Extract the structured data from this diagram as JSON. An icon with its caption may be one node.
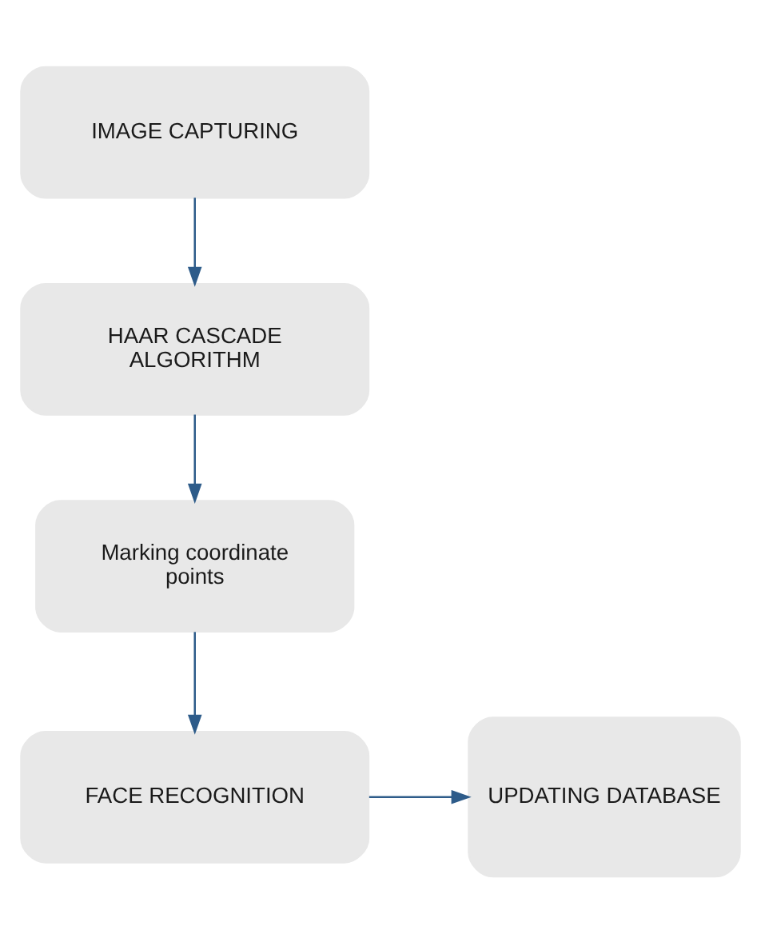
{
  "diagram": {
    "nodes": [
      {
        "text": [
          "IMAGE CAPTURING"
        ]
      },
      {
        "text": [
          "HAAR CASCADE ALGORITHM"
        ]
      },
      {
        "text": [
          "Marking coordinate points"
        ]
      },
      {
        "text": [
          "FACE RECOGNITION"
        ]
      },
      {
        "text": [
          "UPDATING DATABASE"
        ]
      }
    ],
    "edges": [
      {
        "from": 0,
        "to": 1,
        "arrow": "to"
      },
      {
        "from": 1,
        "to": 2,
        "arrow": "to"
      },
      {
        "from": 2,
        "to": 3,
        "arrow": "to"
      },
      {
        "from": 3,
        "to": 4,
        "arrow": "to"
      }
    ]
  }
}
